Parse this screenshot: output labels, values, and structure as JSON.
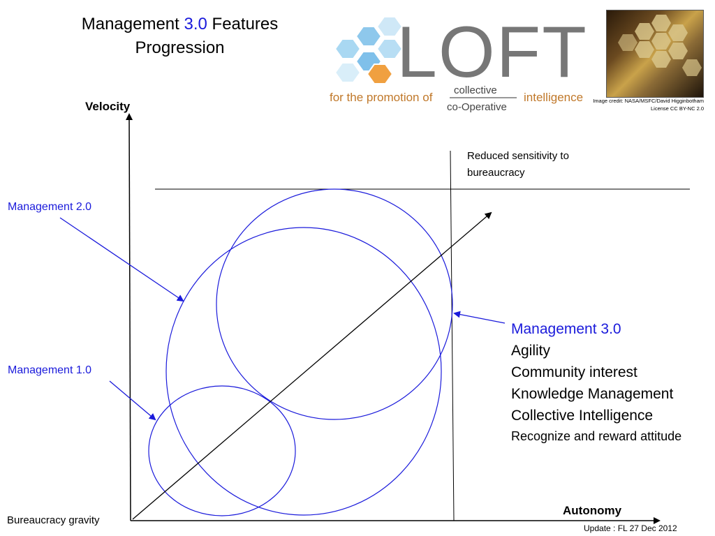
{
  "title": {
    "part1": "Management ",
    "highlight": "3.0",
    "part2": " Features",
    "line2": "Progression"
  },
  "logo": {
    "wordmark": "LOFT",
    "tagline_prefix": "for the promotion of",
    "tagline_top": "collective",
    "tagline_bottom": "co-Operative",
    "tagline_suffix": "intelligence"
  },
  "photo_credit": {
    "line1": "Image credit: NASA/MSFC/David Higginbotham",
    "line2": "License CC BY-NC 2.0"
  },
  "axes": {
    "y_label": "Velocity",
    "x_label": "Autonomy",
    "origin_label": "Bureaucracy gravity"
  },
  "labels": {
    "management_2": "Management 2.0",
    "management_1": "Management 1.0",
    "reduced_line1": "Reduced sensitivity to",
    "reduced_line2": "bureaucracy"
  },
  "features": {
    "heading": "Management 3.0",
    "items": [
      "Agility",
      "Community interest",
      "Knowledge Management",
      "Collective Intelligence"
    ],
    "last": "Recognize and reward attitude"
  },
  "footer": {
    "update": "Update : FL  27 Dec 2012"
  },
  "colors": {
    "blue": "#1a1adb",
    "hex_blue": "#8ec8ec",
    "hex_orange": "#f0a040",
    "logo_grey": "#777777",
    "tagline_orange": "#c0782a"
  }
}
